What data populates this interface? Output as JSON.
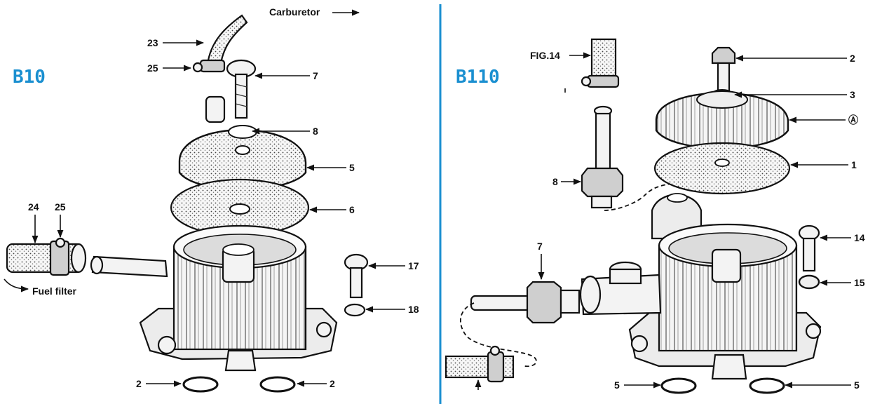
{
  "divider_color": "#1a8fd0",
  "model_color": "#1a8fd0",
  "left": {
    "model": "B10",
    "captions": {
      "carburetor": "Carburetor",
      "fuel_filter": "Fuel filter"
    },
    "callouts": [
      "23",
      "25",
      "7",
      "8",
      "5",
      "6",
      "24",
      "25",
      "17",
      "18",
      "2",
      "2"
    ]
  },
  "right": {
    "model": "B110",
    "captions": {
      "fig": "FIG.14"
    },
    "callouts": [
      "2",
      "3",
      "1",
      "8",
      "7",
      "14",
      "15",
      "5",
      "5"
    ],
    "symbol": "Ⓐ"
  }
}
